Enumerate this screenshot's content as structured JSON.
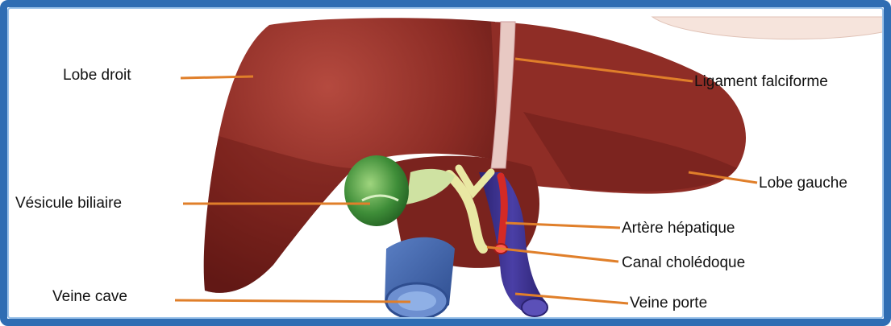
{
  "labels": {
    "lobe_droit": "Lobe droit",
    "ligament": "Ligament falciforme",
    "lobe_gauche": "Lobe gauche",
    "vesicule": "Vésicule biliaire",
    "artere": "Artère hépatique",
    "canal": "Canal cholédoque",
    "veine_cave": "Veine cave",
    "veine_porte": "Veine porte"
  },
  "colors": {
    "frame": "#2f6db3",
    "liver": "#8a2a24",
    "gallbladder": "#3f8f3a",
    "vena_cava": "#3f62a8",
    "portal_vein": "#3a2f8a",
    "artery": "#d42a25",
    "bile_duct": "#e9e8a3",
    "leader": "#e07f2a"
  }
}
